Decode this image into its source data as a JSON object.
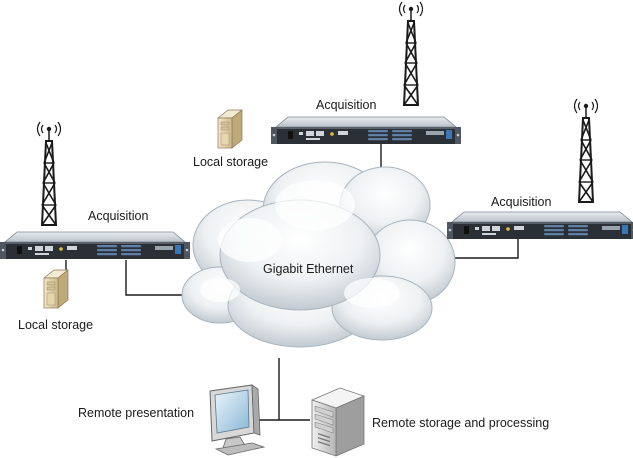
{
  "labels": {
    "acquisition_top": "Acquisition",
    "acquisition_left": "Acquisition",
    "acquisition_right": "Acquisition",
    "local_storage_top": "Local storage",
    "local_storage_left": "Local storage",
    "network": "Gigabit Ethernet",
    "remote_presentation": "Remote presentation",
    "remote_storage": "Remote storage and processing"
  },
  "nodes": [
    {
      "id": "tower-left",
      "icon": "radio-tower-icon"
    },
    {
      "id": "tower-top",
      "icon": "radio-tower-icon"
    },
    {
      "id": "tower-right",
      "icon": "radio-tower-icon"
    },
    {
      "id": "acquisition-unit-left",
      "icon": "rack-unit-icon"
    },
    {
      "id": "acquisition-unit-top",
      "icon": "rack-unit-icon"
    },
    {
      "id": "acquisition-unit-right",
      "icon": "rack-unit-icon"
    },
    {
      "id": "local-storage-left",
      "icon": "server-tower-icon"
    },
    {
      "id": "local-storage-top",
      "icon": "server-tower-icon"
    },
    {
      "id": "network-cloud",
      "icon": "cloud-icon"
    },
    {
      "id": "remote-monitor",
      "icon": "monitor-icon"
    },
    {
      "id": "remote-server",
      "icon": "server-tower-icon"
    }
  ],
  "colors": {
    "tower": "#1a1a1a",
    "rack_top": "#d9dee4",
    "rack_front": "#2a2d33",
    "cloud_light": "#ffffff",
    "cloud_dark": "#c4cdd4",
    "storage_beige": "#e8d9b6",
    "connector": "#1a1a1a"
  }
}
